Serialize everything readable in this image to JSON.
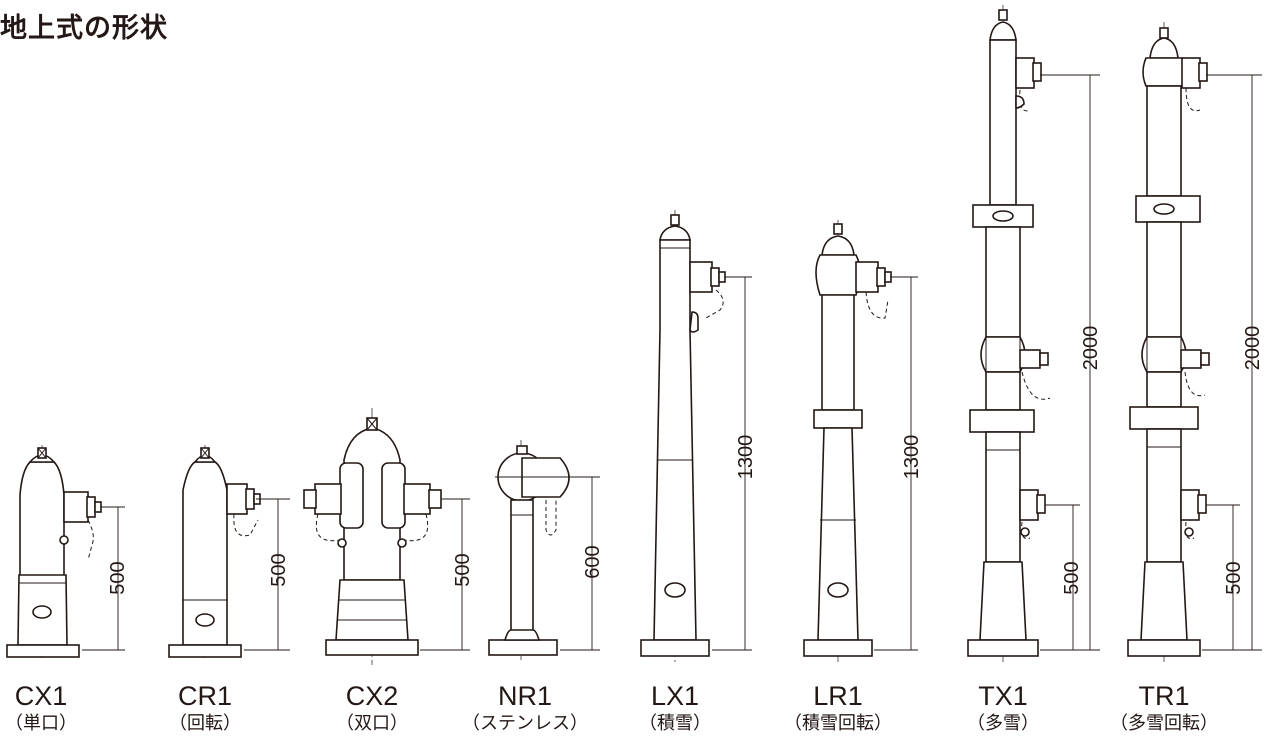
{
  "title": "地上式の形状",
  "hydrants": [
    {
      "model": "CX1",
      "type": "（単口）",
      "height_mm": "500"
    },
    {
      "model": "CR1",
      "type": "（回転）",
      "height_mm": "500"
    },
    {
      "model": "CX2",
      "type": "（双口）",
      "height_mm": "500"
    },
    {
      "model": "NR1",
      "type": "（ステンレス）",
      "height_mm": "600"
    },
    {
      "model": "LX1",
      "type": "（積雪）",
      "height_mm": "1300"
    },
    {
      "model": "LR1",
      "type": "（積雪回転）",
      "height_mm": "1300"
    },
    {
      "model": "TX1",
      "type": "（多雪）",
      "height_mm": "2000",
      "lower_height_mm": "500"
    },
    {
      "model": "TR1",
      "type": "（多雪回転）",
      "height_mm": "2000",
      "lower_height_mm": "500"
    }
  ]
}
